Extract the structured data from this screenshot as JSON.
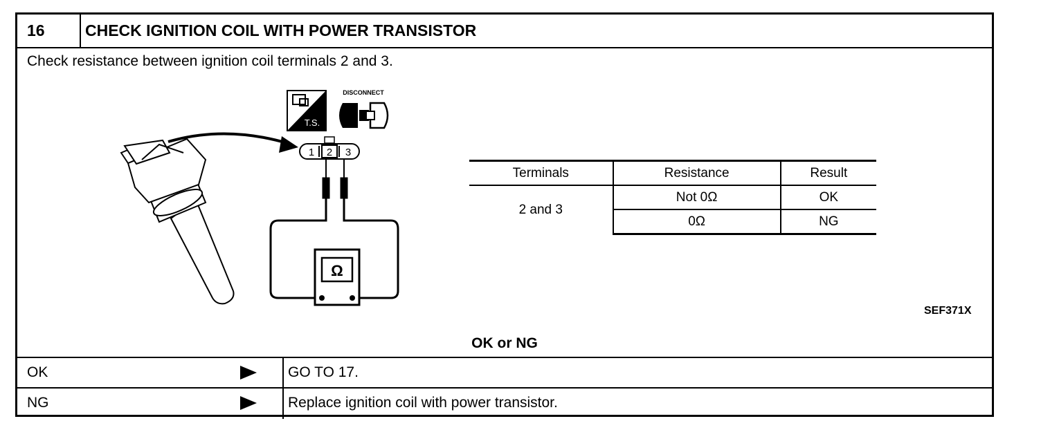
{
  "step": {
    "number": "16",
    "title": "CHECK IGNITION COIL WITH POWER TRANSISTOR"
  },
  "instruction": "Check resistance between ignition coil terminals 2 and 3.",
  "diagram": {
    "ts_label": "T.S.",
    "disconnect_label": "DISCONNECT",
    "terminals": [
      "1",
      "2",
      "3"
    ],
    "meter_symbol": "Ω",
    "figure_code": "SEF371X"
  },
  "table": {
    "headers": [
      "Terminals",
      "Resistance",
      "Result"
    ],
    "terminal_pair": "2 and 3",
    "rows": [
      {
        "resistance": "Not 0Ω",
        "result": "OK"
      },
      {
        "resistance": "0Ω",
        "result": "NG"
      }
    ]
  },
  "question": "OK or NG",
  "results": [
    {
      "condition": "OK",
      "action": "GO TO 17."
    },
    {
      "condition": "NG",
      "action": "Replace ignition coil with power transistor."
    }
  ]
}
